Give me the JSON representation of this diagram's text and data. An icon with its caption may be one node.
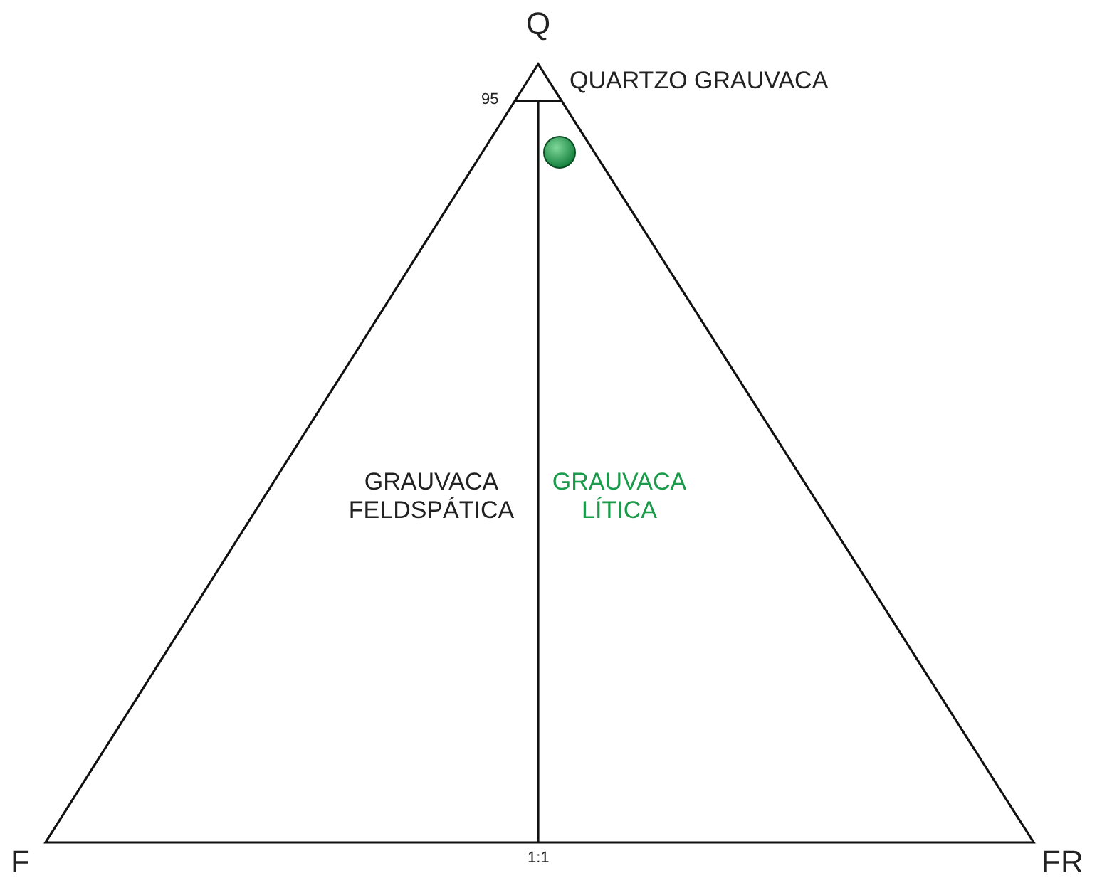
{
  "diagram": {
    "labels": [
      "Q",
      "QUARTZO GRAUVACA",
      "95",
      "GRAUVACA FELDSPÁTICA",
      "GRAUVACA LÍTICA",
      "F",
      "1:1",
      "FR"
    ]
  }
}
